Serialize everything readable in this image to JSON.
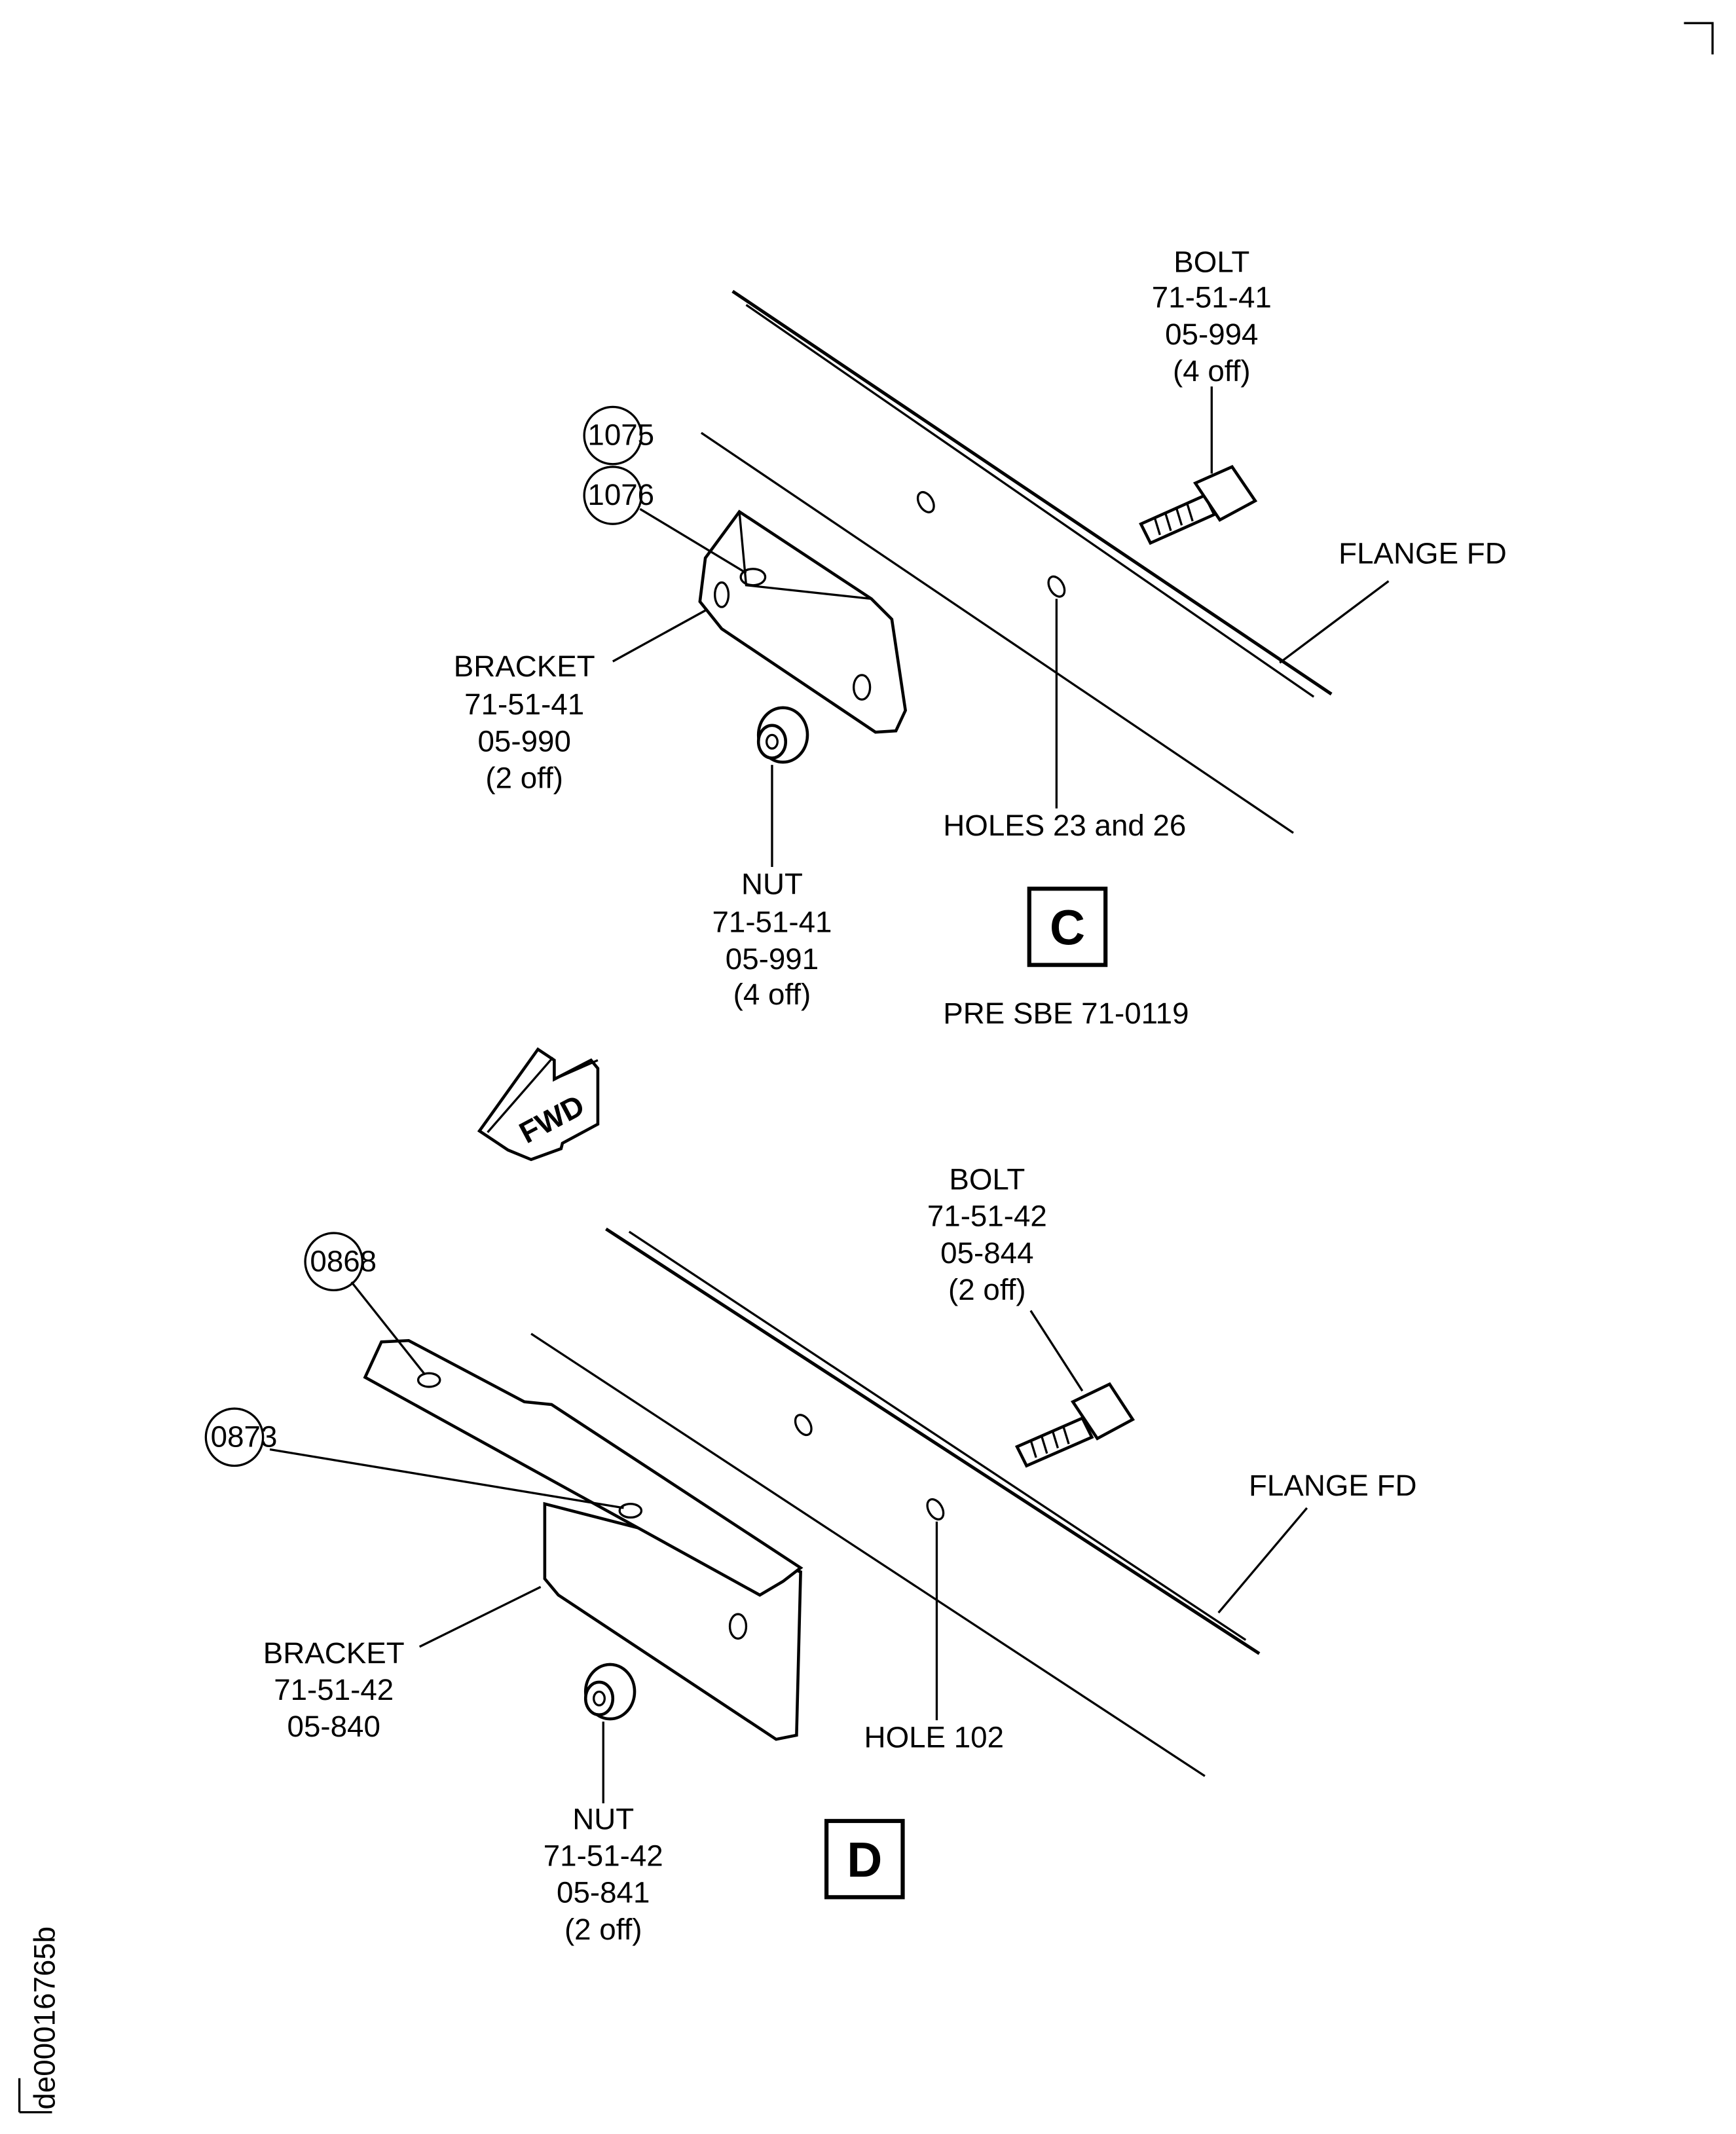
{
  "corner_id": "de00016765b",
  "view_c": {
    "bolt": [
      "BOLT",
      "71-51-41",
      "05-994",
      "(4 off)"
    ],
    "callouts": [
      "1075",
      "1076"
    ],
    "flange": "FLANGE FD",
    "bracket": [
      "BRACKET",
      "71-51-41",
      "05-990",
      "(2 off)"
    ],
    "holes": "HOLES 23 and 26",
    "nut": [
      "NUT",
      "71-51-41",
      "05-991",
      "(4 off)"
    ],
    "view_letter": "C",
    "note": "PRE SBE 71-0119"
  },
  "fwd_arrow": "FWD",
  "view_d": {
    "bolt": [
      "BOLT",
      "71-51-42",
      "05-844",
      "(2 off)"
    ],
    "callouts": [
      "0868",
      "0873"
    ],
    "flange": "FLANGE FD",
    "bracket": [
      "BRACKET",
      "71-51-42",
      "05-840"
    ],
    "hole": "HOLE 102",
    "nut": [
      "NUT",
      "71-51-42",
      "05-841",
      "(2  off)"
    ],
    "view_letter": "D"
  }
}
